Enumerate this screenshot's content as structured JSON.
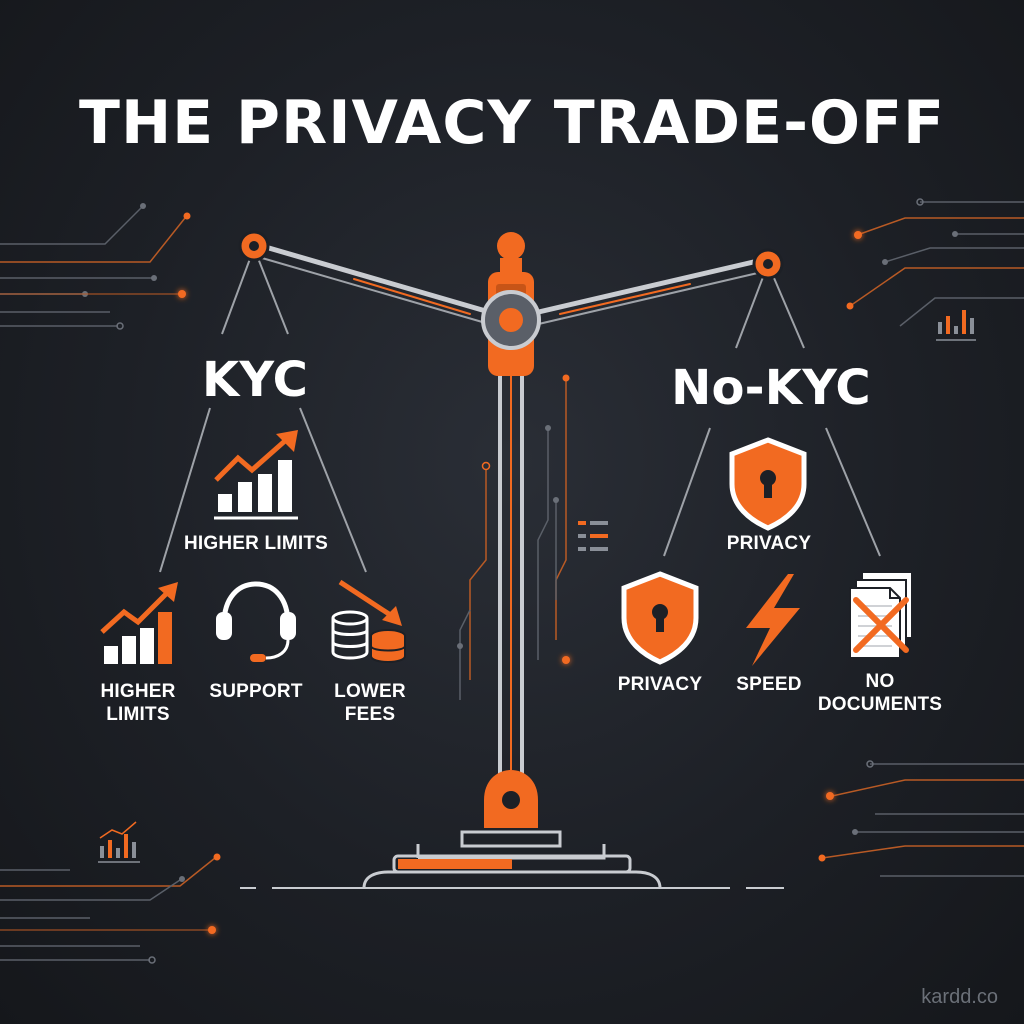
{
  "title": "THE PRIVACY TRADE-OFF",
  "colors": {
    "accent": "#f26a21",
    "line": "#c9ccd1",
    "bg": "#1d2026",
    "text": "#ffffff"
  },
  "kyc": {
    "label": "KYC",
    "top_item": {
      "label": "HIGHER LIMITS",
      "icon": "rising-bar-chart-icon"
    },
    "items": [
      {
        "label_line1": "HIGHER",
        "label_line2": "LIMITS",
        "icon": "rising-bar-chart-icon"
      },
      {
        "label_line1": "SUPPORT",
        "label_line2": "",
        "icon": "headset-icon"
      },
      {
        "label_line1": "LOWER",
        "label_line2": "FEES",
        "icon": "coin-stack-down-icon"
      }
    ]
  },
  "nokyc": {
    "label": "No-KYC",
    "top_item": {
      "label": "PRIVACY",
      "icon": "shield-lock-icon"
    },
    "items": [
      {
        "label_line1": "PRIVACY",
        "label_line2": "",
        "icon": "shield-lock-icon"
      },
      {
        "label_line1": "SPEED",
        "label_line2": "",
        "icon": "lightning-icon"
      },
      {
        "label_line1": "NO",
        "label_line2": "DOCUMENTS",
        "icon": "crossed-documents-icon"
      }
    ]
  },
  "watermark": "kardd.co"
}
